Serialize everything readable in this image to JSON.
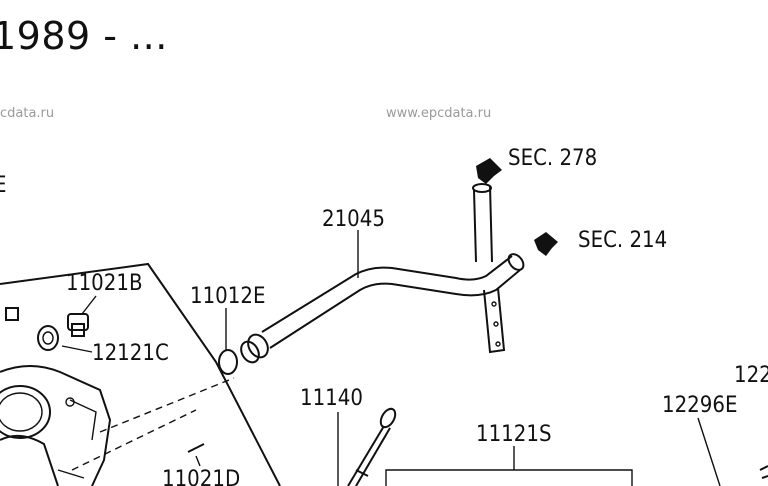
{
  "header": {
    "title": "1989 - ..."
  },
  "watermarks": {
    "left": "cdata.ru",
    "center": "www.epcdata.ru"
  },
  "diagram": {
    "stray_glyph": "E",
    "labels": {
      "sec278": "SEC. 278",
      "sec214": "SEC. 214",
      "p21045": "21045",
      "p11021B": "11021B",
      "p11012E": "11012E",
      "p12121C": "12121C",
      "p11140": "11140",
      "p11121S": "11121S",
      "p12296E": "12296E",
      "p122": "122",
      "p11021D": "11021D"
    }
  }
}
